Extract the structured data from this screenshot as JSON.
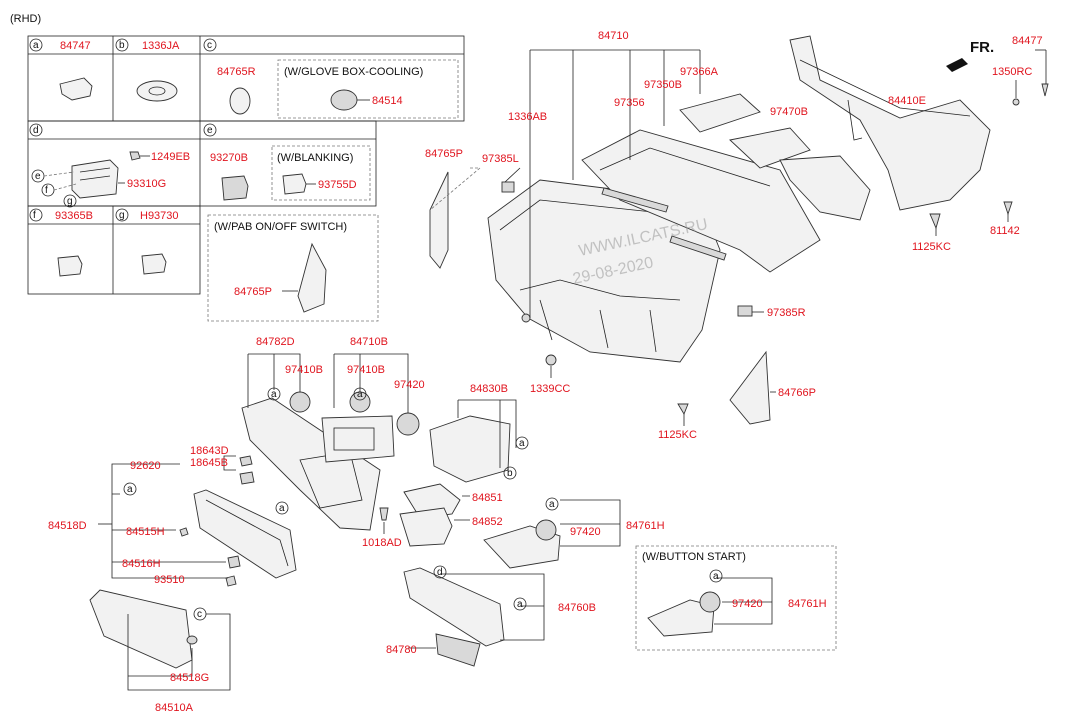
{
  "variant": "(RHD)",
  "direction": "FR.",
  "watermark": {
    "line1": "WWW.ILCATS.RU",
    "line2": "29-08-2020"
  },
  "table": {
    "cells": [
      {
        "letter": "a",
        "part": "84747"
      },
      {
        "letter": "b",
        "part": "1336JA"
      },
      {
        "letter": "c",
        "parts": [
          "84765R",
          "84514"
        ],
        "option": "(W/GLOVE BOX-COOLING)"
      },
      {
        "letter": "d",
        "parts": [
          "1249EB",
          "93310G"
        ],
        "sub_letters": [
          "e",
          "f",
          "g"
        ]
      },
      {
        "letter": "e",
        "parts": [
          "93270B",
          "93755D"
        ],
        "option": "(W/BLANKING)"
      },
      {
        "letter": "f",
        "part": "93365B"
      },
      {
        "letter": "g",
        "part": "H93730"
      },
      {
        "option": "(W/PAB ON/OFF SWITCH)",
        "part": "84765P"
      }
    ]
  },
  "labels": {
    "p84710": "84710",
    "p1336AB": "1336AB",
    "p97356": "97356",
    "p97350B": "97350B",
    "p97366A": "97366A",
    "p97470B": "97470B",
    "p84410E": "84410E",
    "p84477": "84477",
    "p1350RC": "1350RC",
    "p84765P": "84765P",
    "p97385L": "97385L",
    "p1125KC_a": "1125KC",
    "p81142": "81142",
    "p97385R": "97385R",
    "p1339CC": "1339CC",
    "p1125KC_b": "1125KC",
    "p84766P": "84766P",
    "p84782D": "84782D",
    "p97410B_a": "97410B",
    "p84710B": "84710B",
    "p97410B_b": "97410B",
    "p97420_a": "97420",
    "p84830B": "84830B",
    "p18643D": "18643D",
    "p18645B": "18645B",
    "p92620": "92620",
    "p84518D": "84518D",
    "p84515H": "84515H",
    "p84516H": "84516H",
    "p93510": "93510",
    "p84851": "84851",
    "p84852": "84852",
    "p1018AD": "1018AD",
    "p97420_b": "97420",
    "p84761H_a": "84761H",
    "p84760B": "84760B",
    "p84780": "84780",
    "p84518G": "84518G",
    "p84510A": "84510A",
    "p97420_c": "97420",
    "p84761H_b": "84761H",
    "opt_button_start": "(W/BUTTON START)"
  },
  "callouts": {
    "a": "a",
    "b": "b",
    "c": "c",
    "d": "d",
    "e": "e",
    "f": "f",
    "g": "g"
  }
}
